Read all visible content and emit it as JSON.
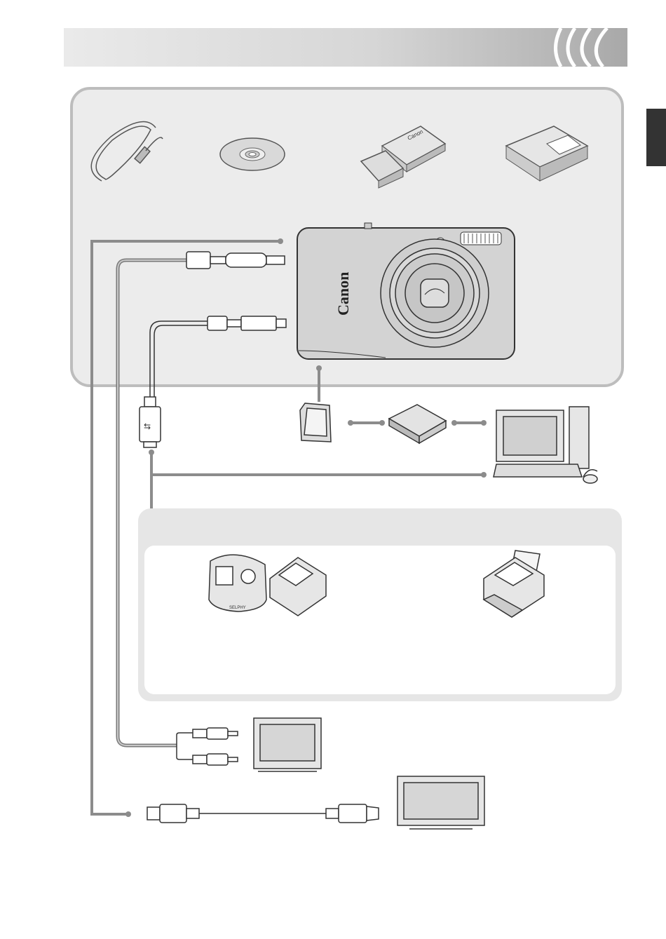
{
  "page": {
    "title": "",
    "brand_camera_label": "Canon",
    "battery_label": "Canon",
    "printer_brand_label": "SELPHY"
  },
  "colors": {
    "header_gradient_start": "#eaeaea",
    "header_gradient_end": "#a8a8a8",
    "panel_bg": "#ececec",
    "panel_border": "#bdbdbd",
    "line": "#8c8c8c",
    "tab": "#333333"
  },
  "icons": {
    "strap": "wrist-strap-icon",
    "disc": "cd-rom-icon",
    "battery": "battery-pack-icon",
    "charger": "battery-charger-icon",
    "camera": "digital-camera-icon",
    "sd": "memory-card-icon",
    "reader": "card-reader-icon",
    "computer": "computer-icon",
    "compact_printers": "compact-photo-printer-icon",
    "inkjet": "inkjet-printer-icon",
    "tv": "television-icon",
    "hdtv": "hdtv-icon"
  }
}
